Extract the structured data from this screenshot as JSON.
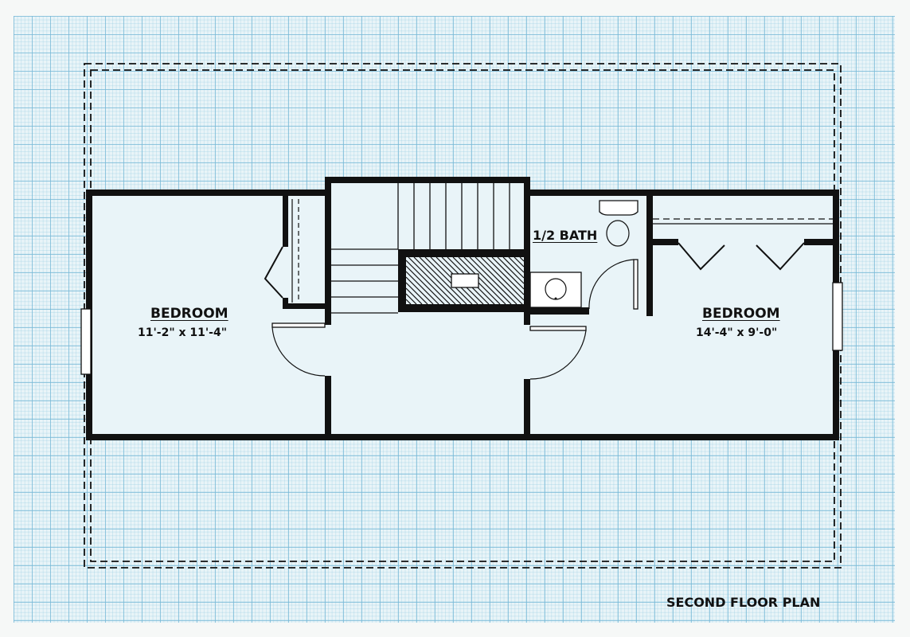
{
  "title": "SECOND FLOOR PLAN",
  "rooms": [
    {
      "name": "BEDROOM",
      "size": "11'-2\" x 11'-4\""
    },
    {
      "name": "1/2 BATH"
    },
    {
      "name": "BEDROOM",
      "size": "14'-4\" x 9'-0\""
    }
  ],
  "colors": {
    "wall": "#111111",
    "grid": "#e9f4f8"
  }
}
